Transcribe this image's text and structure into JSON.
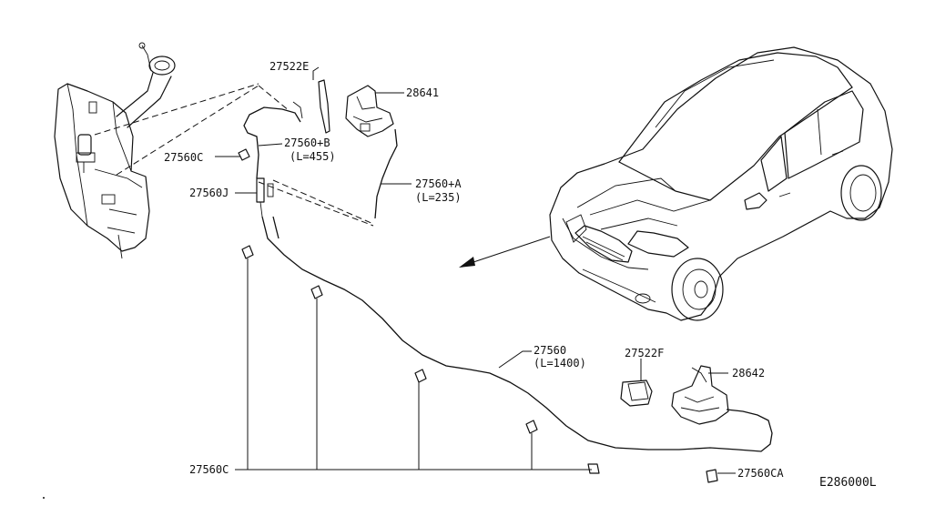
{
  "diagram": {
    "labels": {
      "p27522E": "27522E",
      "p28641": "28641",
      "p27560B": "27560+B",
      "p27560B_len": "(L=455)",
      "p27560C_top": "27560C",
      "p27560A": "27560+A",
      "p27560A_len": "(L=235)",
      "p27560J": "27560J",
      "p27560": "27560",
      "p27560_len": "(L=1400)",
      "p27522F": "27522F",
      "p28642": "28642",
      "p27560C_bottom": "27560C",
      "p27560CA": "27560CA"
    },
    "code": "E286000L"
  }
}
